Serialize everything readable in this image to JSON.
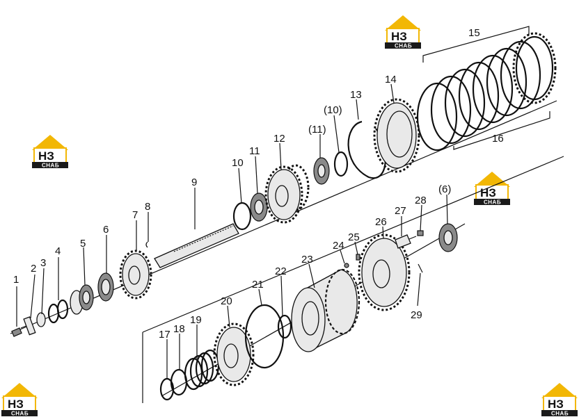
{
  "watermark": {
    "letters": "НЗ",
    "band": "СНАБ",
    "accent": "#f2b705",
    "dark": "#1a1a1a"
  },
  "callouts": [
    {
      "id": "c1",
      "text": "1"
    },
    {
      "id": "c2",
      "text": "2"
    },
    {
      "id": "c3",
      "text": "3"
    },
    {
      "id": "c4",
      "text": "4"
    },
    {
      "id": "c5",
      "text": "5"
    },
    {
      "id": "c6",
      "text": "6"
    },
    {
      "id": "c7",
      "text": "7"
    },
    {
      "id": "c8",
      "text": "8"
    },
    {
      "id": "c9",
      "text": "9"
    },
    {
      "id": "c10",
      "text": "10"
    },
    {
      "id": "c11",
      "text": "11"
    },
    {
      "id": "c12",
      "text": "12"
    },
    {
      "id": "c13",
      "text": "13"
    },
    {
      "id": "c14",
      "text": "14"
    },
    {
      "id": "c15",
      "text": "15"
    },
    {
      "id": "c16",
      "text": "16"
    },
    {
      "id": "c10b",
      "text": "(10)"
    },
    {
      "id": "c11b",
      "text": "(11)"
    },
    {
      "id": "c6b",
      "text": "(6)"
    },
    {
      "id": "c17",
      "text": "17"
    },
    {
      "id": "c18",
      "text": "18"
    },
    {
      "id": "c19",
      "text": "19"
    },
    {
      "id": "c20",
      "text": "20"
    },
    {
      "id": "c21",
      "text": "21"
    },
    {
      "id": "c22",
      "text": "22"
    },
    {
      "id": "c23",
      "text": "23"
    },
    {
      "id": "c24",
      "text": "24"
    },
    {
      "id": "c25",
      "text": "25"
    },
    {
      "id": "c26",
      "text": "26"
    },
    {
      "id": "c27",
      "text": "27"
    },
    {
      "id": "c28",
      "text": "28"
    },
    {
      "id": "c29",
      "text": "29"
    }
  ]
}
